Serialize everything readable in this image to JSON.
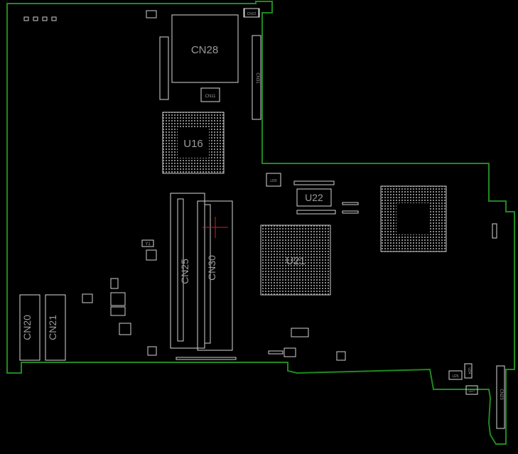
{
  "viewer": {
    "title": "PCB board view"
  },
  "board": {
    "outline_color": "#1f8a1f",
    "part_color": "#d8d8d8",
    "label_color": "#9a9a9a",
    "selection_color": "#d02020"
  },
  "components": {
    "cn28": "CN28",
    "cn11": "CN11",
    "u16": "U16",
    "u22": "U22",
    "u21": "U21",
    "u20": "U20",
    "cn25": "CN25",
    "cn30": "CN30",
    "cn20": "CN20",
    "cn21": "CN21",
    "cn22": "CN22",
    "cn23": "CN23",
    "u26": "U26",
    "u27": "U27",
    "u24": "U24",
    "cn31": "CN31",
    "y1": "Y1"
  }
}
